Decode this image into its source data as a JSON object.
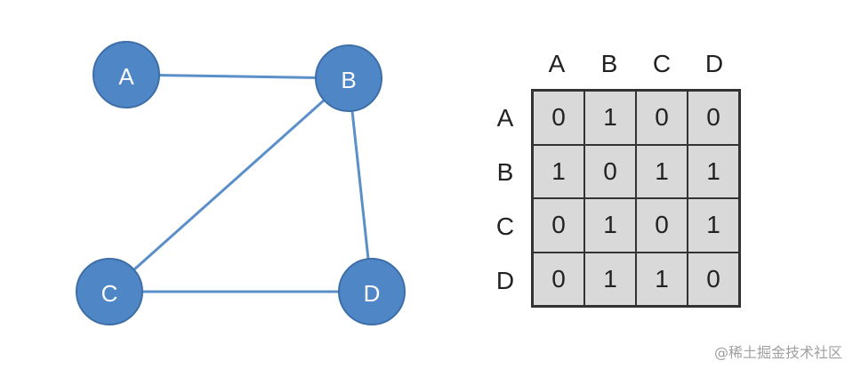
{
  "graph": {
    "nodes": [
      {
        "id": "A",
        "label": "A"
      },
      {
        "id": "B",
        "label": "B"
      },
      {
        "id": "C",
        "label": "C"
      },
      {
        "id": "D",
        "label": "D"
      }
    ],
    "edges": [
      [
        "A",
        "B"
      ],
      [
        "B",
        "C"
      ],
      [
        "B",
        "D"
      ],
      [
        "C",
        "D"
      ]
    ],
    "node_color": "#4f86c6",
    "edge_color": "#5b8fc9"
  },
  "matrix": {
    "column_headers": [
      "A",
      "B",
      "C",
      "D"
    ],
    "row_headers": [
      "A",
      "B",
      "C",
      "D"
    ],
    "rows": [
      [
        "0",
        "1",
        "0",
        "0"
      ],
      [
        "1",
        "0",
        "1",
        "1"
      ],
      [
        "0",
        "1",
        "0",
        "1"
      ],
      [
        "0",
        "1",
        "1",
        "0"
      ]
    ],
    "cell_color": "#d9d9d9"
  },
  "watermark": "@稀土掘金技术社区"
}
